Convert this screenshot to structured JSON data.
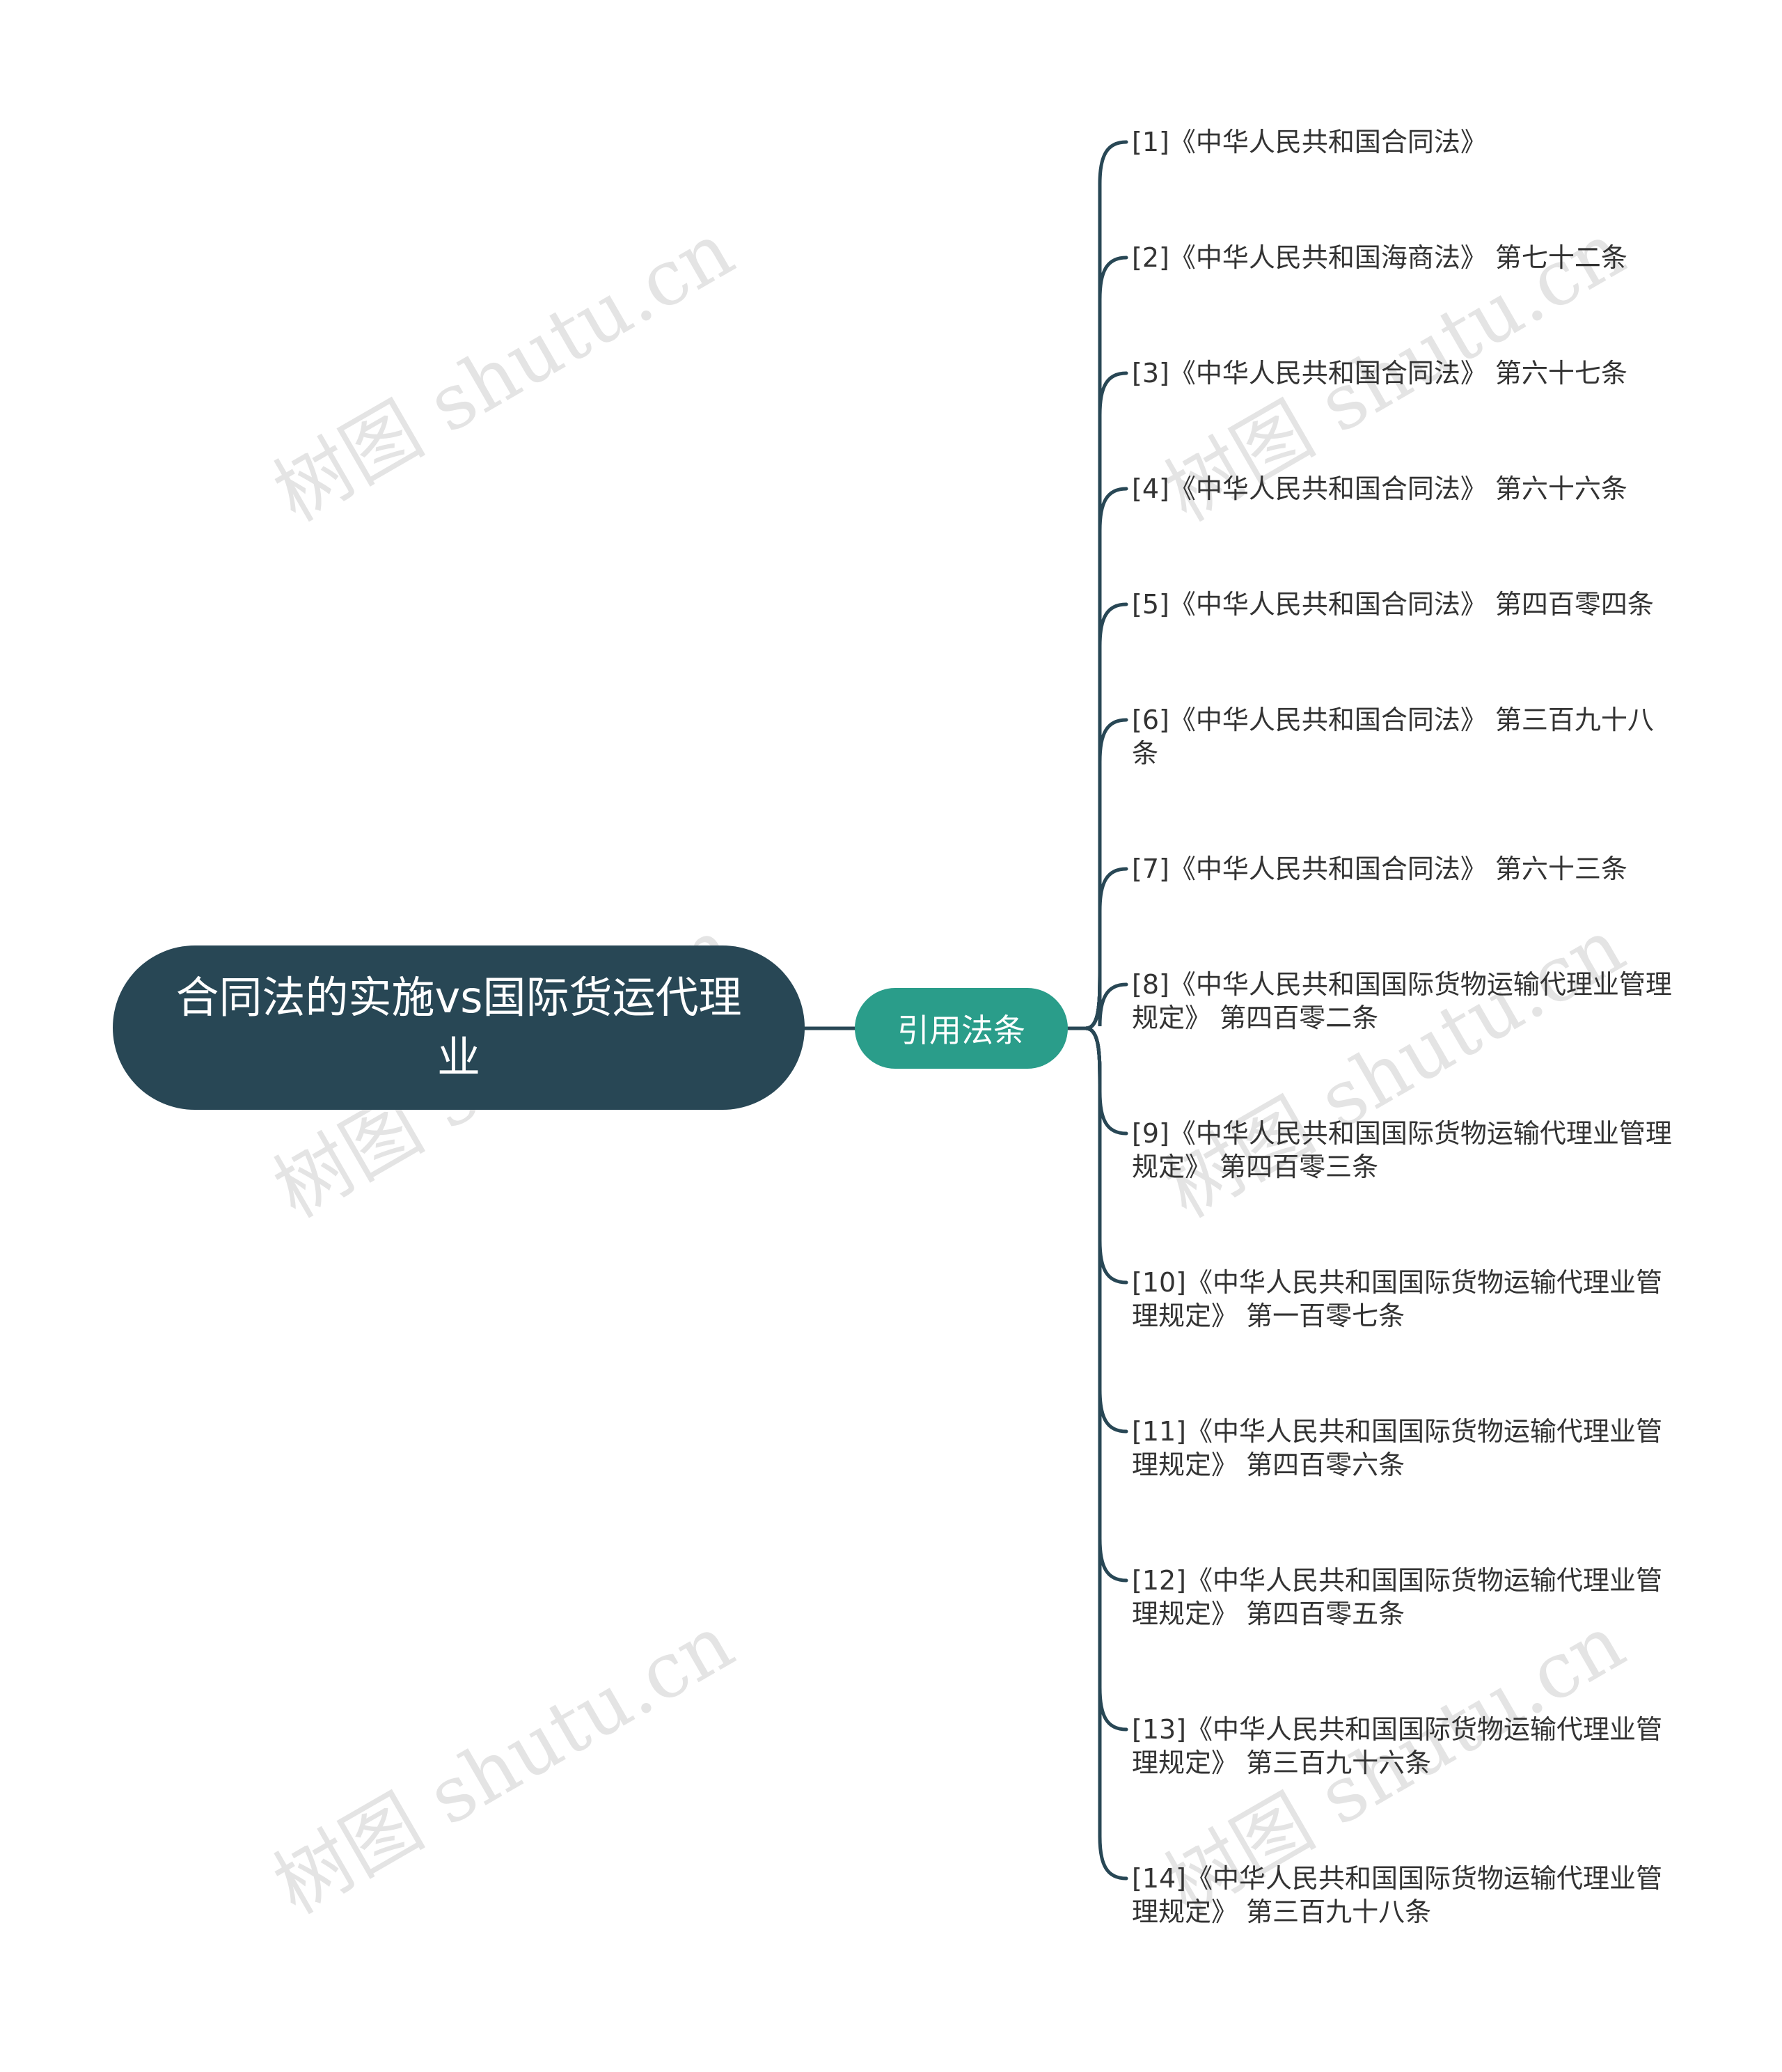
{
  "root": {
    "label": "合同法的实施vs国际货运代理业"
  },
  "branch": {
    "label": "引用法条"
  },
  "leaves": [
    "[1]《中华人民共和国合同法》",
    "[2]《中华人民共和国海商法》 第七十二条",
    "[3]《中华人民共和国合同法》 第六十七条",
    "[4]《中华人民共和国合同法》 第六十六条",
    "[5]《中华人民共和国合同法》 第四百零四条",
    "[6]《中华人民共和国合同法》 第三百九十八条",
    "[7]《中华人民共和国合同法》 第六十三条",
    "[8]《中华人民共和国国际货物运输代理业管理规定》 第四百零二条",
    "[9]《中华人民共和国国际货物运输代理业管理规定》 第四百零三条",
    "[10]《中华人民共和国国际货物运输代理业管理规定》 第一百零七条",
    "[11]《中华人民共和国国际货物运输代理业管理规定》 第四百零六条",
    "[12]《中华人民共和国国际货物运输代理业管理规定》 第四百零五条",
    "[13]《中华人民共和国国际货物运输代理业管理规定》 第三百九十六条",
    "[14]《中华人民共和国国际货物运输代理业管理规定》 第三百九十八条"
  ],
  "watermark": "树图 shutu.cn",
  "colors": {
    "root_fill": "#284755",
    "branch_fill": "#2a9d8a",
    "connector": "#284755",
    "leaf_text": "#333333"
  }
}
